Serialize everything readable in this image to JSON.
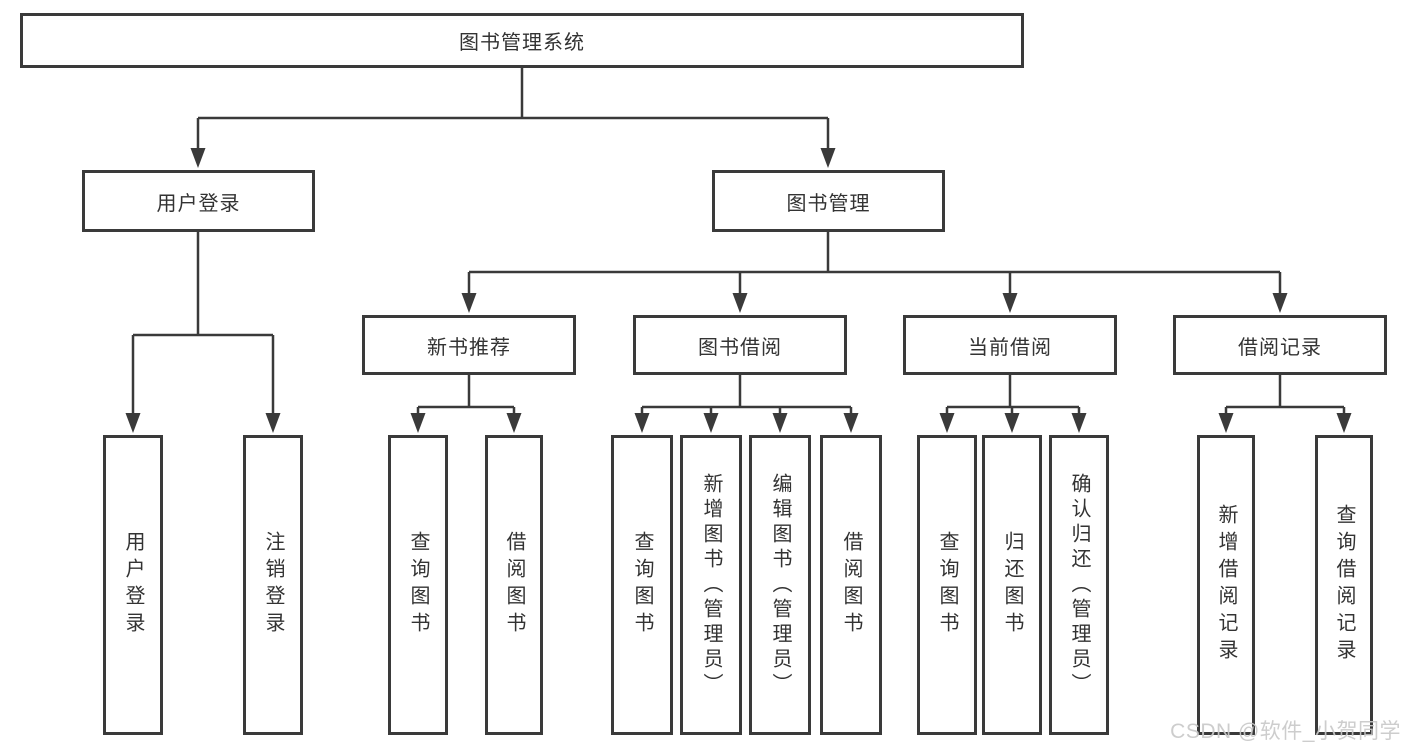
{
  "root": {
    "label": "图书管理系统"
  },
  "branches": {
    "user_login": {
      "label": "用户登录",
      "leaves": [
        "用户登录",
        "注销登录"
      ]
    },
    "book_mgmt": {
      "label": "图书管理"
    }
  },
  "level3": {
    "new_books": {
      "label": "新书推荐",
      "leaves": [
        "查询图书",
        "借阅图书"
      ]
    },
    "borrow": {
      "label": "图书借阅",
      "leaves": [
        "查询图书",
        "新增图书（管理员）",
        "编辑图书（管理员）",
        "借阅图书"
      ]
    },
    "current": {
      "label": "当前借阅",
      "leaves": [
        "查询图书",
        "归还图书",
        "确认归还（管理员）"
      ]
    },
    "records": {
      "label": "借阅记录",
      "leaves": [
        "新增借阅记录",
        "查询借阅记录"
      ]
    }
  },
  "watermark": {
    "text": "CSDN @软件_小贺同学"
  },
  "colors": {
    "line": "#3a3a3a",
    "text": "#333333",
    "background": "#ffffff",
    "watermark": "#c9c9c9"
  }
}
